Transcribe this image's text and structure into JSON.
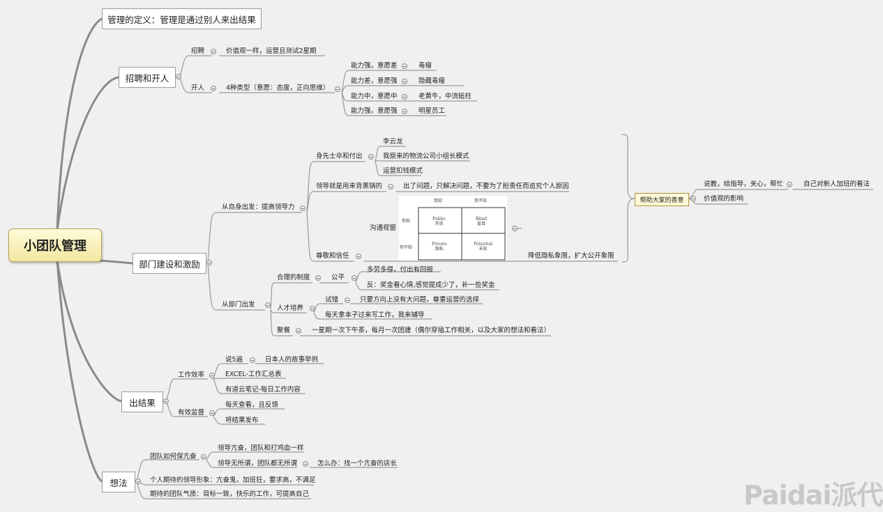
{
  "root": "小团队管理",
  "branches": {
    "definition": "管理的定义：管理是通过别人来出结果",
    "hiring": {
      "title": "招聘和开人",
      "recruit": "招聘",
      "recruit_note": "价值观一样，运营且测试2星期",
      "fire": "开人",
      "fire_types": "4种类型（意愿：态度，正向思维）",
      "types": [
        {
          "desc": "能力强，意愿差",
          "label": "毒瘤"
        },
        {
          "desc": "能力差，意愿强",
          "label": "隐藏毒瘤"
        },
        {
          "desc": "能力中，意愿中",
          "label": "老黄牛，中流砥柱"
        },
        {
          "desc": "能力强，意愿强",
          "label": "明星员工"
        }
      ]
    },
    "dept": {
      "title": "部门建设和激励",
      "self": {
        "title": "从自身出发：提高领导力",
        "lead_by_example": "身先士卒和付出",
        "examples": [
          "李云龙",
          "我原来的物流公司小组长模式",
          "运营扣钱模式"
        ],
        "blame": "领导就是用来背黑锅的",
        "blame_note": "出了问题，只解决问题，不要为了担责任而追究个人原因",
        "window": "沟通视窗",
        "respect": "尊敬和信任",
        "reduce": "降低隐私象限，扩大公开象限",
        "help": "帮助大家的善意",
        "help_items": [
          "说教，给指导，关心，帮忙",
          "价值观的影响"
        ],
        "help_note": "自己对新人加班的看法",
        "johari": {
          "top_left": "我知",
          "top_right": "我不知",
          "left_top": "你知",
          "left_bottom": "你不知",
          "q1": [
            "Public",
            "开放"
          ],
          "q2": [
            "Blind",
            "盲目"
          ],
          "q3": [
            "Private",
            "隐私"
          ],
          "q4": [
            "Potential",
            "未知"
          ]
        }
      },
      "team": {
        "title": "从部门出发",
        "system": "合理的制度",
        "fair": "公平",
        "fair_items": [
          "多劳多得，付出有回报",
          "反：奖金看心情,感觉提成少了，补一些奖金"
        ],
        "talent": "人才培养",
        "trial": "试错",
        "trial_note": "只要方向上没有大问题，尊重运营的选择",
        "notebook": "每天拿本子过来写工作，我来辅导",
        "gather": "聚餐",
        "gather_note": "一星期一次下午茶，每月一次团建（偶尔穿插工作相关，以及大家的想法和看法）"
      }
    },
    "results": {
      "title": "出结果",
      "efficiency": "工作效率",
      "eff_items": [
        "说5遍",
        "EXCEL-工作汇总表",
        "有道云笔记-每日工作内容"
      ],
      "eff_note": "日本人的故事举例",
      "supervise": "有效监督",
      "sup_items": [
        "每天查看，且反馈",
        "将结果发布"
      ]
    },
    "ideas": {
      "title": "想法",
      "wolf": "团队如何保亢奋",
      "wolf_items": [
        "领导亢奋，团队和打鸡血一样",
        "领导无所谓，团队都无所谓"
      ],
      "wolf_note": "怎么办：找一个亢奋的店长",
      "image": "个人期待的领导形象：亢奋鬼，加班狂，要求高，不满足",
      "temper": "期待的团队气质：目标一致，快乐的工作，可提高自己"
    }
  },
  "watermark": "Paidai派代"
}
